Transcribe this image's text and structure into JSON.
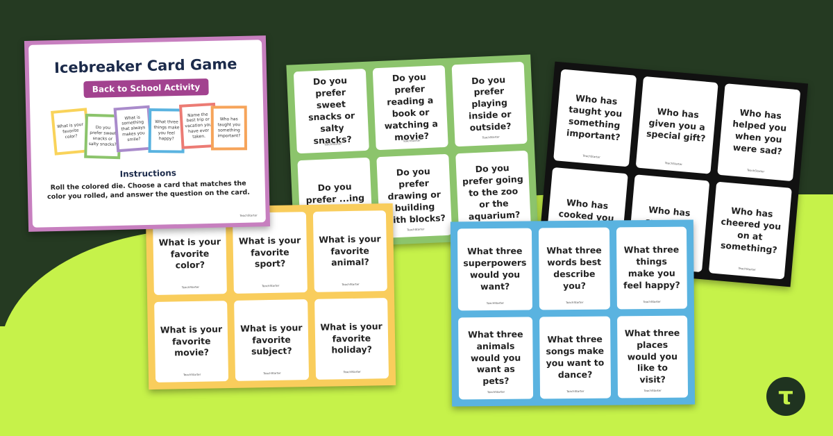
{
  "colors": {
    "background": "#253a22",
    "lime": "#c6f24a",
    "title_border": "#c77fbf",
    "pill": "#a2428f",
    "green_sheet": "#8cc46c",
    "yellow_sheet": "#f9cd5c",
    "blue_sheet": "#5ab3e0",
    "black_sheet": "#111111"
  },
  "title_card": {
    "title": "Icebreaker Card Game",
    "subtitle": "Back to School Activity",
    "mini_cards": [
      "What is your favorite color?",
      "Do you prefer sweet snacks or salty snacks?",
      "What is something that always makes you smile?",
      "What three things make you feel happy?",
      "Name the best trip or vacation you have ever taken.",
      "Who has taught you something important?"
    ],
    "instructions_heading": "Instructions",
    "instructions": "Roll the colored die. Choose a card that matches the color you rolled, and answer the question on the card.",
    "brand": "TeachStarter"
  },
  "green_sheet": {
    "cards": [
      "Do you prefer sweet snacks or salty snacks?",
      "Do you prefer reading a book or watching a movie?",
      "Do you prefer playing inside or outside?",
      "Do you prefer ...ing or",
      "Do you prefer drawing or building with blocks?",
      "Do you prefer going to the zoo or the aquarium?"
    ]
  },
  "yellow_sheet": {
    "cards": [
      "What is your favorite color?",
      "What is your favorite sport?",
      "What is your favorite animal?",
      "What is your favorite movie?",
      "What is your favorite subject?",
      "What is your favorite holiday?"
    ]
  },
  "black_sheet": {
    "cards": [
      "Who has taught you something important?",
      "Who has given you a special gift?",
      "Who has helped you when you were sad?",
      "Who has cooked you your favorite",
      "Who has surprised you",
      "Who has cheered you on at something?"
    ]
  },
  "blue_sheet": {
    "cards": [
      "What three superpowers would you want?",
      "What three words best describe you?",
      "What three things make you feel happy?",
      "What three animals would you want as pets?",
      "What three songs make you want to dance?",
      "What three places would you like to visit?"
    ]
  },
  "brand": "TeachStarter",
  "logo_icon": "teachstarter-logo"
}
